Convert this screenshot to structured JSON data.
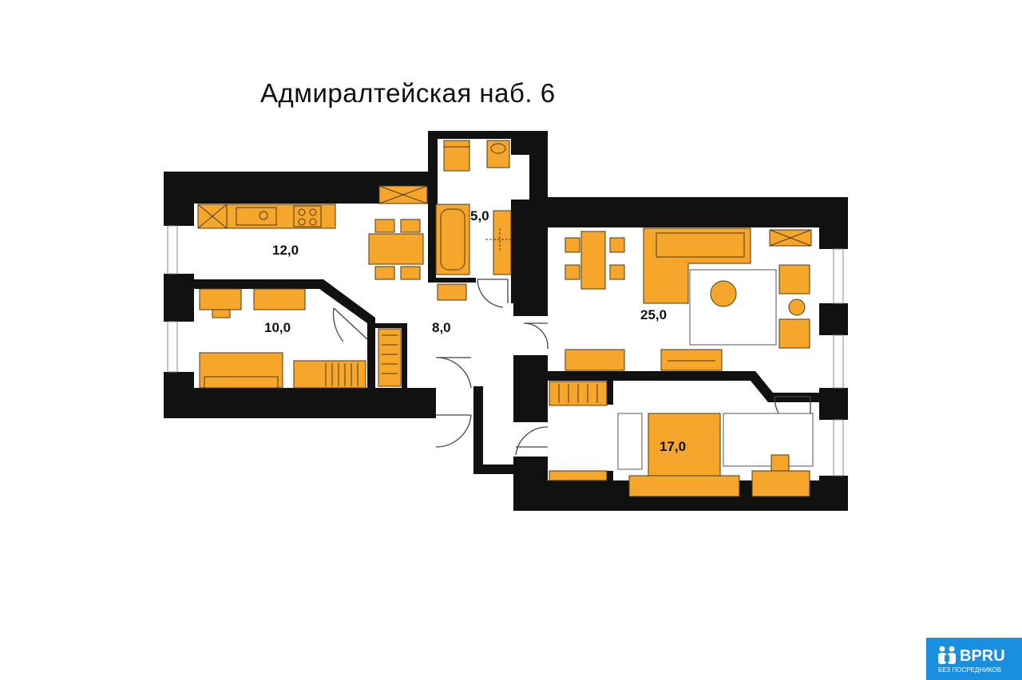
{
  "title": "Адмиралтейская наб. 6",
  "rooms": [
    {
      "id": "kitchen",
      "area": "12,0"
    },
    {
      "id": "bathroom",
      "area": "5,0"
    },
    {
      "id": "room-small",
      "area": "10,0"
    },
    {
      "id": "hall",
      "area": "8,0"
    },
    {
      "id": "living",
      "area": "25,0"
    },
    {
      "id": "bedroom",
      "area": "17,0"
    }
  ],
  "logo": {
    "text": "BPRU",
    "subtext": "БЕЗ ПОСРЕДНИКОВ",
    "icon": "people-icon"
  },
  "colors": {
    "wall": "#111111",
    "furniture": "#f5a62b",
    "furniture_outline": "#4a3a1a",
    "logo_bg": "#1a8fe0"
  }
}
